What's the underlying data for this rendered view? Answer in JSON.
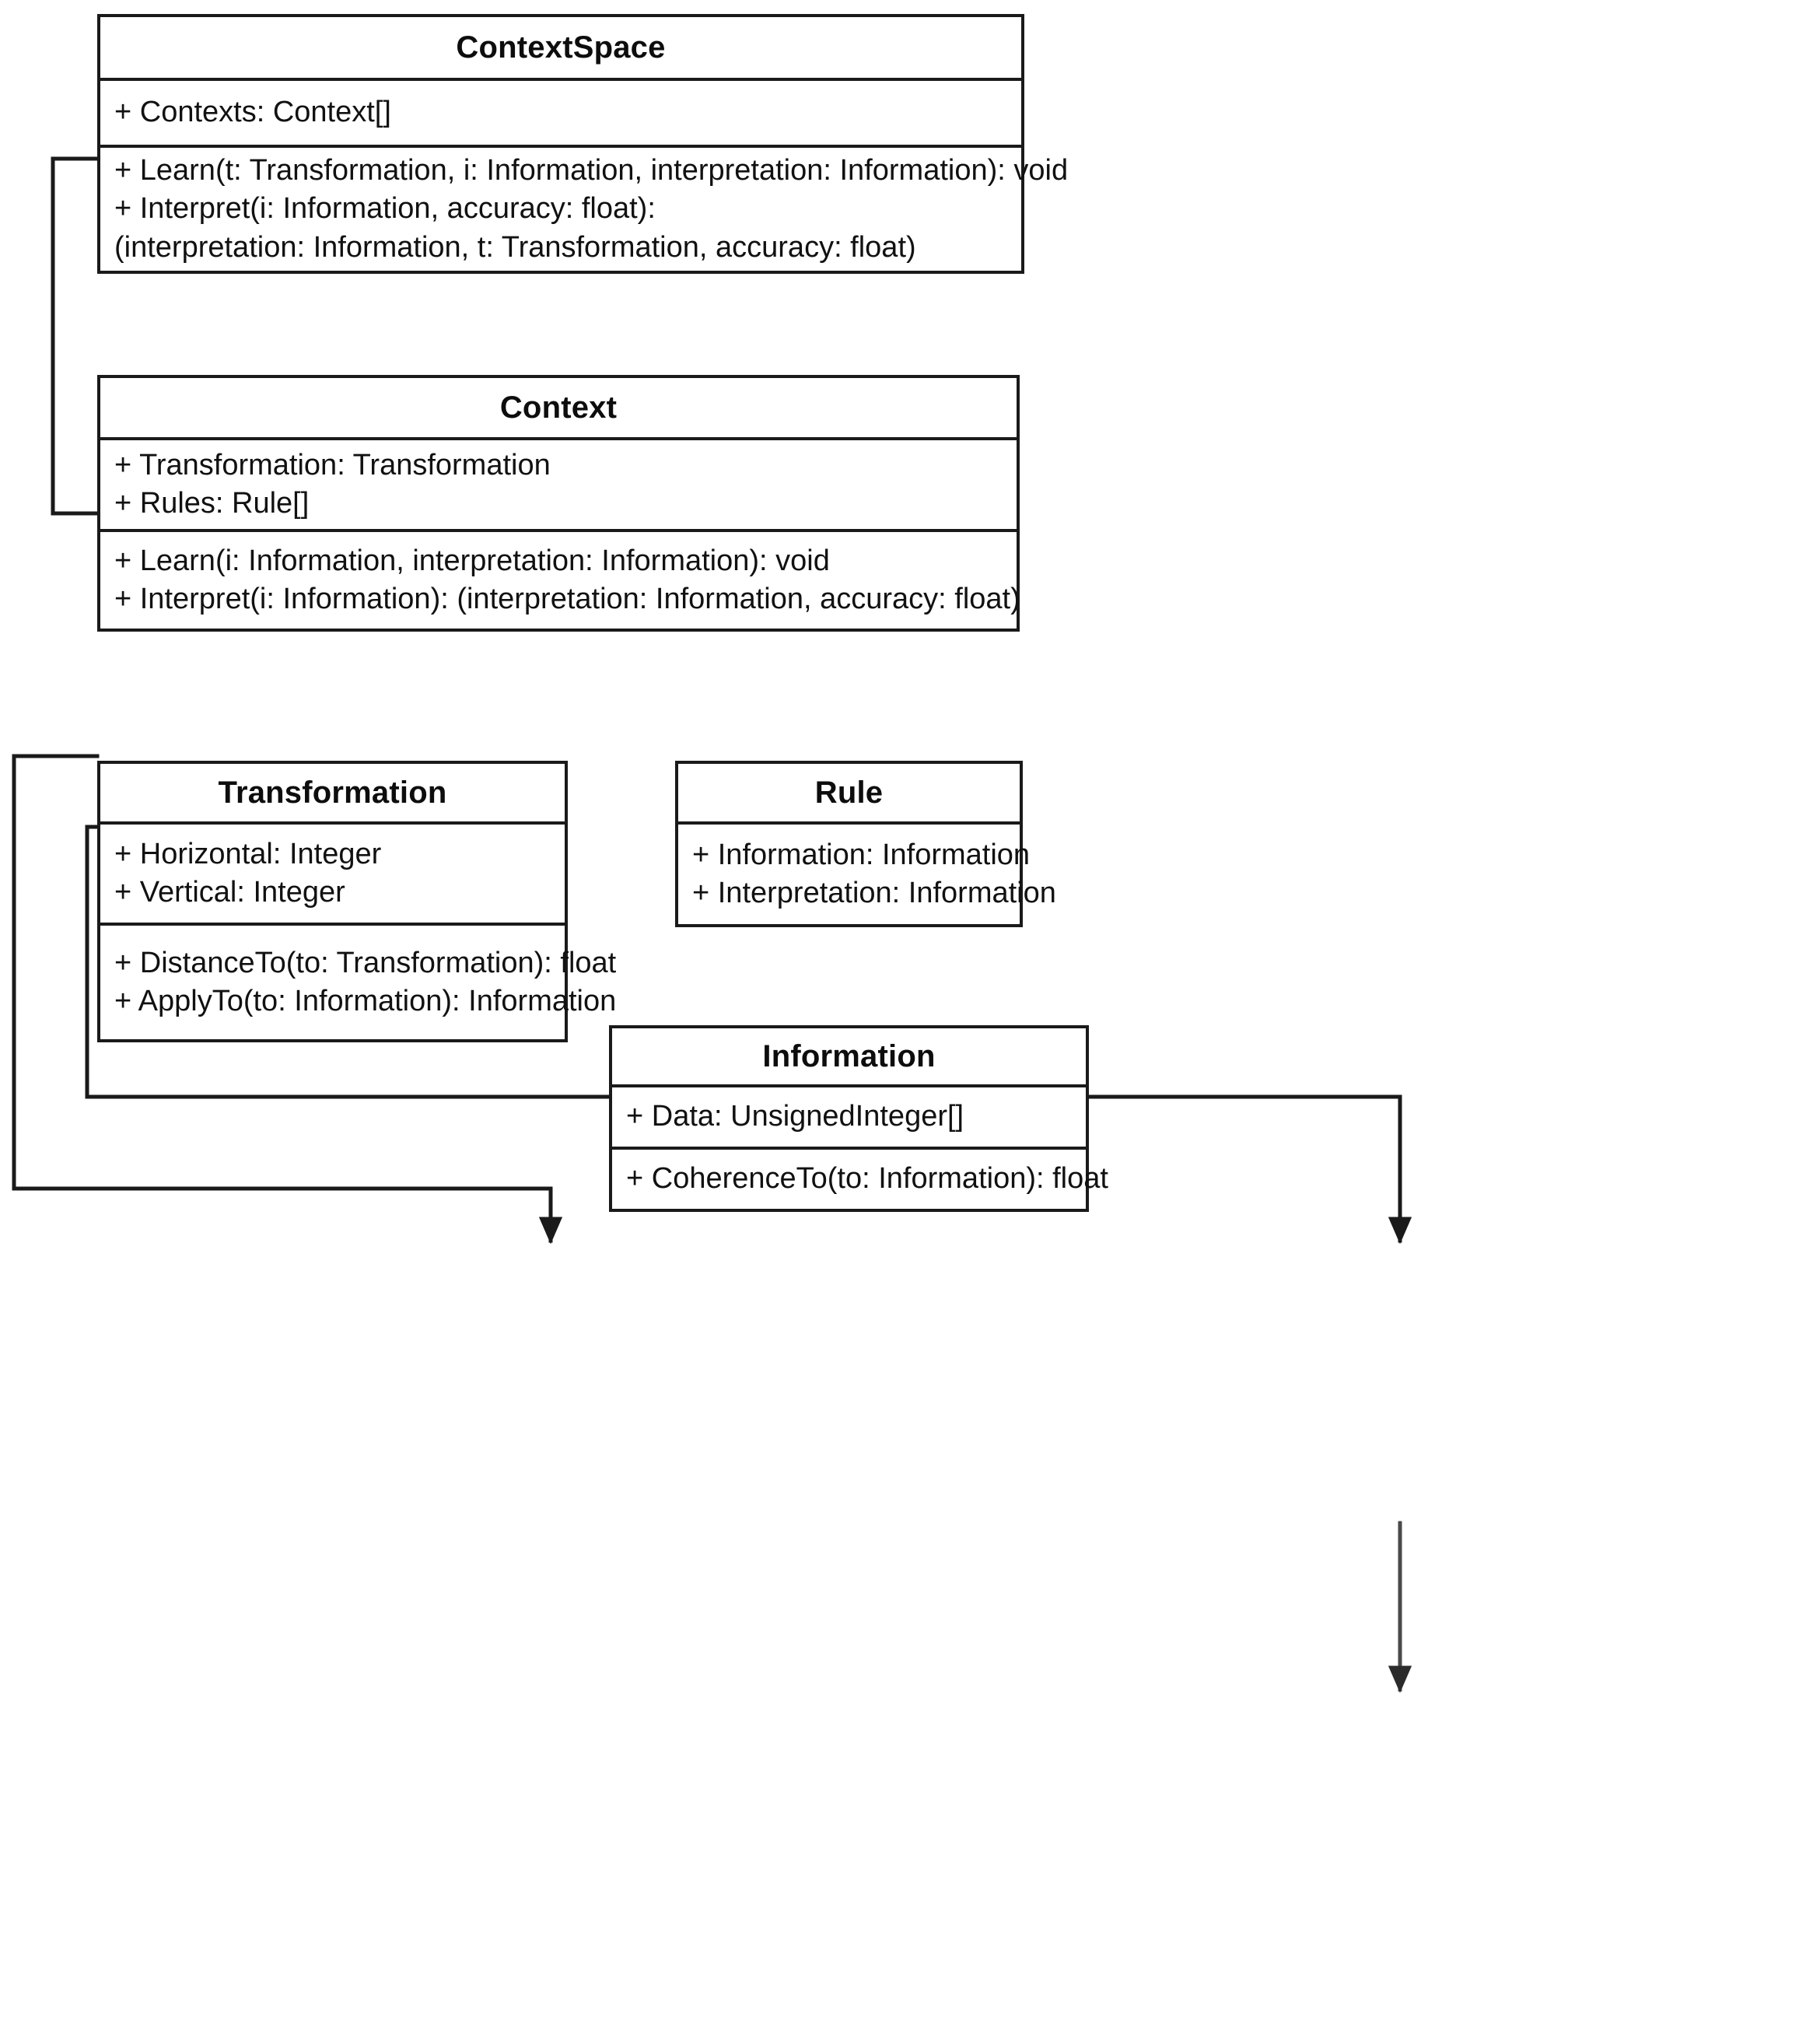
{
  "diagram": {
    "kind": "uml-class-diagram",
    "colors": {
      "stroke": "#1a1a1a",
      "text": "#111111",
      "background": "#ffffff"
    },
    "classes": [
      {
        "id": "contextspace",
        "name": "ContextSpace",
        "attributes": [
          "+ Contexts: Context[]"
        ],
        "operations": [
          "+ Learn(t: Transformation, i: Information, interpretation: Information): void",
          "+ Interpret(i: Information, accuracy: float):",
          "(interpretation: Information, t: Transformation, accuracy: float)"
        ]
      },
      {
        "id": "context",
        "name": "Context",
        "attributes": [
          "+ Transformation: Transformation",
          "+ Rules: Rule[]"
        ],
        "operations": [
          "+ Learn(i: Information, interpretation: Information): void",
          "+ Interpret(i: Information): (interpretation: Information, accuracy: float)"
        ]
      },
      {
        "id": "transformation",
        "name": "Transformation",
        "attributes": [
          "+ Horizontal: Integer",
          "+ Vertical: Integer"
        ],
        "operations": [
          "+ DistanceTo(to: Transformation): float",
          "+ ApplyTo(to: Information): Information"
        ]
      },
      {
        "id": "rule",
        "name": "Rule",
        "attributes": [
          "+ Information: Information",
          "+ Interpretation: Information"
        ],
        "operations": []
      },
      {
        "id": "information",
        "name": "Information",
        "attributes": [
          "+ Data: UnsignedInteger[]"
        ],
        "operations": [
          "+ CoherenceTo(to: Information): float"
        ]
      }
    ],
    "associations": [
      {
        "id": "contextspace-to-context",
        "from": "ContextSpace",
        "to": "Context",
        "arrow": "filled-triangle"
      },
      {
        "id": "context-to-transformation",
        "from": "Context",
        "to": "Transformation",
        "arrow": "filled-triangle"
      },
      {
        "id": "context-to-rule",
        "from": "Context",
        "to": "Rule",
        "arrow": "filled-triangle"
      },
      {
        "id": "rule-to-information",
        "from": "Rule",
        "to": "Information",
        "arrow": "filled-triangle"
      }
    ]
  }
}
